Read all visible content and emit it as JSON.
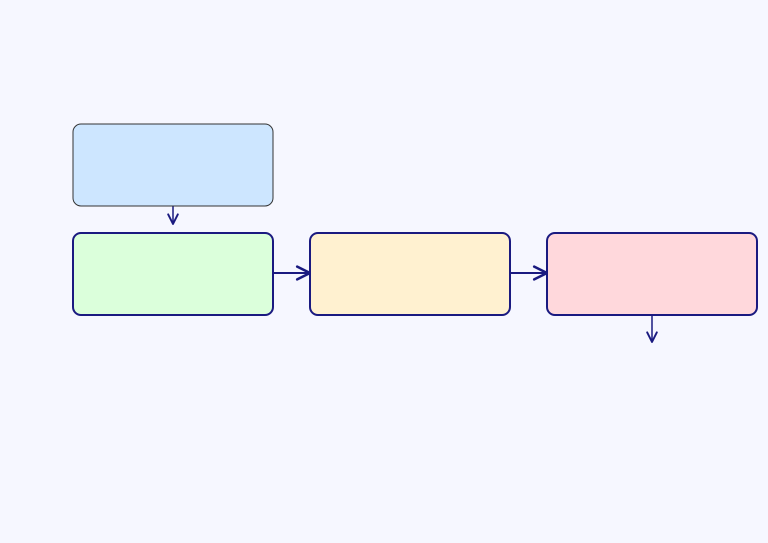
{
  "diagram": {
    "nodes": [
      {
        "id": "node-1",
        "label": "",
        "fill": "#cde6ff",
        "stroke": "#333333"
      },
      {
        "id": "node-2",
        "label": "",
        "fill": "#dbffdb",
        "stroke": "#1a1a80"
      },
      {
        "id": "node-3",
        "label": "",
        "fill": "#fff1d0",
        "stroke": "#1a1a80"
      },
      {
        "id": "node-4",
        "label": "",
        "fill": "#ffd8dc",
        "stroke": "#1a1a80"
      }
    ],
    "edges": [
      {
        "from": "node-1",
        "to": "node-2"
      },
      {
        "from": "node-2",
        "to": "node-3"
      },
      {
        "from": "node-3",
        "to": "node-4"
      },
      {
        "from": "node-4",
        "to": ""
      }
    ],
    "colors": {
      "background": "#f6f7ff",
      "connector": "#1a1a80"
    }
  }
}
